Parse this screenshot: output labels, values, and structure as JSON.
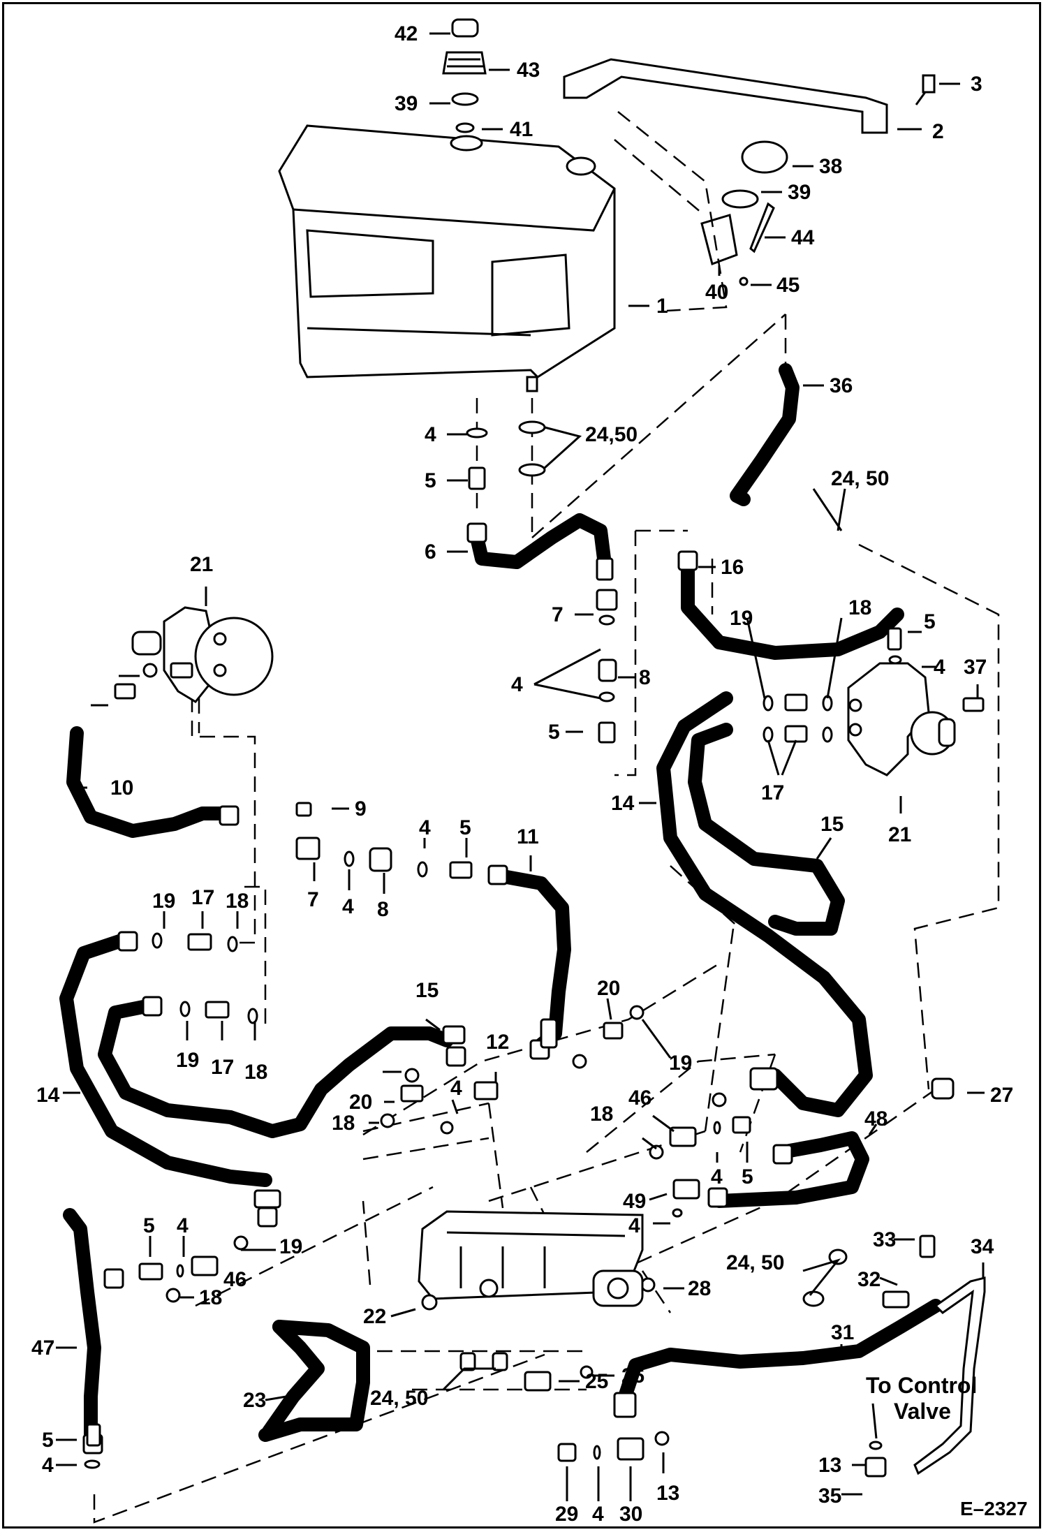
{
  "drawing_number": "E–2327",
  "note": {
    "line1": "To Control",
    "line2": "Valve"
  },
  "callouts": [
    "42",
    "43",
    "39",
    "41",
    "3",
    "2",
    "38",
    "39",
    "44",
    "40",
    "45",
    "1",
    "36",
    "4",
    "24,50",
    "5",
    "24, 50",
    "6",
    "16",
    "21",
    "7",
    "19",
    "18",
    "5",
    "4",
    "37",
    "4",
    "8",
    "5",
    "10",
    "17",
    "21",
    "14",
    "9",
    "4",
    "5",
    "11",
    "15",
    "7",
    "4",
    "8",
    "19",
    "17",
    "18",
    "20",
    "15",
    "19",
    "17",
    "18",
    "12",
    "19",
    "20",
    "18",
    "4",
    "14",
    "27",
    "18",
    "46",
    "48",
    "4",
    "5",
    "49",
    "4",
    "33",
    "34",
    "5",
    "4",
    "19",
    "46",
    "24, 50",
    "32",
    "18",
    "28",
    "22",
    "31",
    "47",
    "26",
    "23",
    "24, 50",
    "25",
    "5",
    "4",
    "13",
    "29",
    "4",
    "30",
    "13",
    "35",
    "To Control Valve"
  ],
  "colors": {
    "ink": "#000000",
    "paper": "#ffffff"
  }
}
